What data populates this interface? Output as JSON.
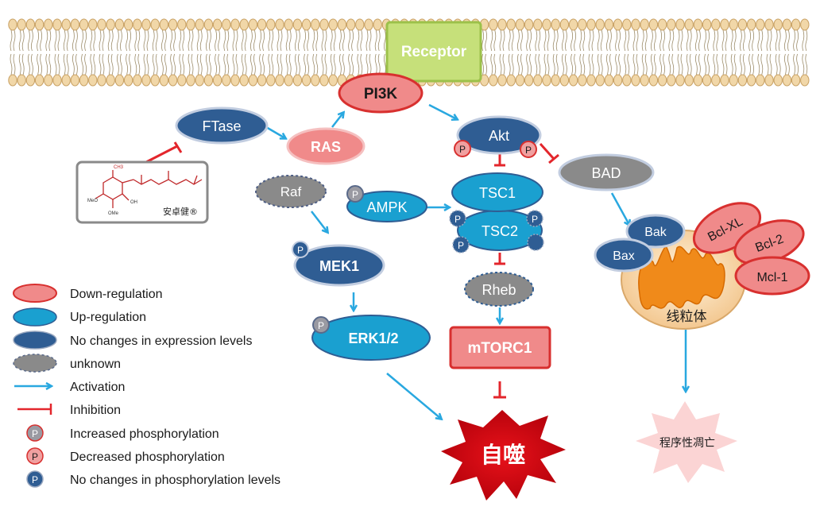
{
  "membrane": {
    "receptor": "Receptor"
  },
  "drug": {
    "name": "安卓健®"
  },
  "nodes": {
    "pi3k": "PI3K",
    "ftase": "FTase",
    "ras": "RAS",
    "raf": "Raf",
    "mek1": "MEK1",
    "erk": "ERK1/2",
    "ampk": "AMPK",
    "akt": "Akt",
    "tsc1": "TSC1",
    "tsc2": "TSC2",
    "rheb": "Rheb",
    "mtorc1": "mTORC1",
    "bad": "BAD",
    "bak": "Bak",
    "bax": "Bax",
    "bclxl": "Bcl-XL",
    "bcl2": "Bcl-2",
    "mcl1": "Mcl-1",
    "mitochondria": "线粒体",
    "autophagy": "自噬",
    "apoptosis": "程序性凋亡"
  },
  "phospho_letter": "P",
  "legend": [
    {
      "label": "Down-regulation",
      "swatch": "down-regulation",
      "color": "#f08a8a"
    },
    {
      "label": "Up-regulation",
      "swatch": "up-regulation",
      "color": "#1aa0d0"
    },
    {
      "label": "No changes in expression levels",
      "swatch": "no-change",
      "color": "#2f5d93"
    },
    {
      "label": "unknown",
      "swatch": "unknown",
      "color": "#8a8a8a"
    },
    {
      "label": "Activation",
      "swatch": "activation-arrow",
      "color": "#29a8e0"
    },
    {
      "label": "Inhibition",
      "swatch": "inhibition-bar",
      "color": "#e3262c"
    },
    {
      "label": "Increased phosphorylation",
      "swatch": "p-increased",
      "color": "#9a9aa2"
    },
    {
      "label": "Decreased phosphorylation",
      "swatch": "p-decreased",
      "color": "#f0a0a0"
    },
    {
      "label": "No changes in phosphorylation levels",
      "swatch": "p-nochange",
      "color": "#2f5d93"
    }
  ],
  "colors": {
    "down": "#f08a8a",
    "down_stroke": "#d8302f",
    "up": "#1aa0d0",
    "nochange": "#2f5d93",
    "unknown": "#8a8a8a",
    "activation": "#29a8e0",
    "inhibition": "#e3262c",
    "receptor": "#b8d86a",
    "lipid": "#f1d7a8"
  }
}
